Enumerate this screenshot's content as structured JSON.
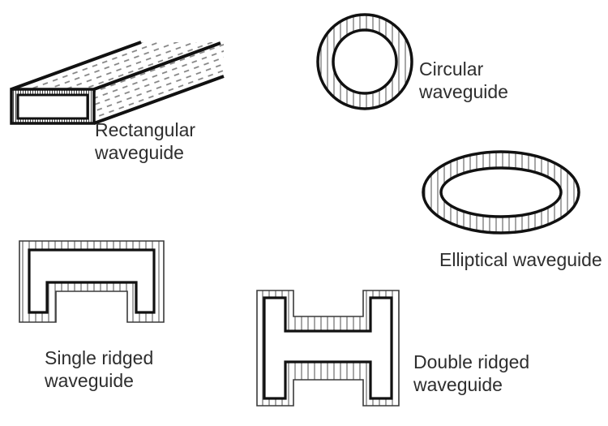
{
  "figure": {
    "description": "Cross-section diagrams of five waveguide types",
    "labels": {
      "rectangular": {
        "line1": "Rectangular",
        "line2": "waveguide"
      },
      "circular": {
        "line1": "Circular",
        "line2": "waveguide"
      },
      "elliptical": {
        "line1": "Elliptical waveguide"
      },
      "single_ridged": {
        "line1": "Single ridged",
        "line2": "waveguide"
      },
      "double_ridged": {
        "line1": "Double ridged",
        "line2": "waveguide"
      }
    },
    "colors": {
      "background": "#ffffff",
      "outline": "#111111",
      "thin_outline": "#3a3a3a",
      "hatch": "#6a6a6a",
      "dash_hatch": "#808080",
      "text": "#2e2e2e"
    }
  }
}
